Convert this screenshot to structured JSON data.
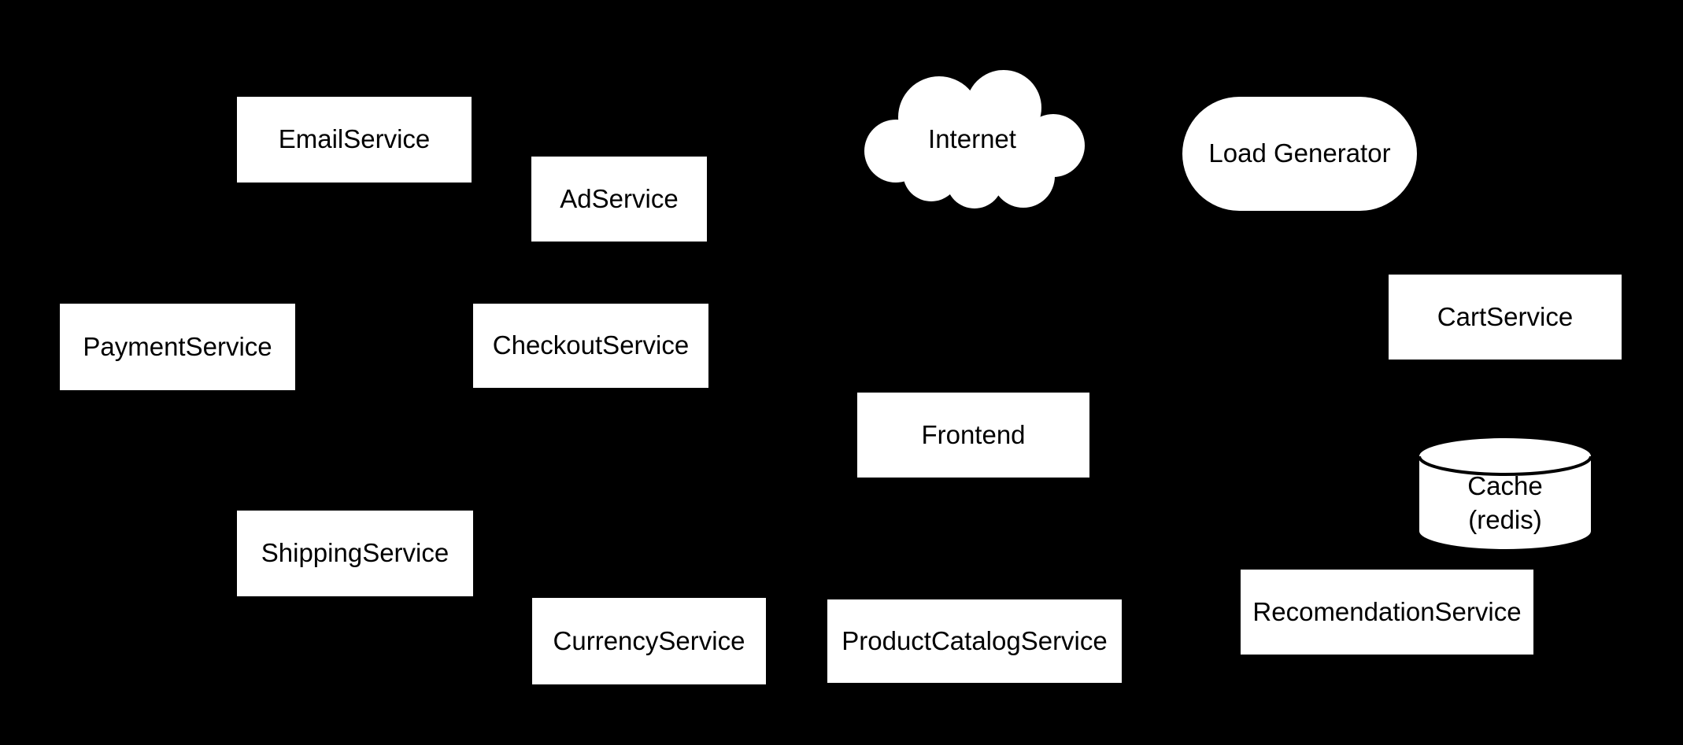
{
  "diagram": {
    "background_color": "#000000",
    "node_fill_color": "#ffffff",
    "node_text_color": "#000000",
    "cylinder_stroke_color": "#000000"
  },
  "nodes": [
    {
      "id": "email",
      "shape": "rect",
      "label": "EmailService"
    },
    {
      "id": "ad",
      "shape": "rect",
      "label": "AdService"
    },
    {
      "id": "internet",
      "shape": "cloud",
      "label": "Internet"
    },
    {
      "id": "loadgen",
      "shape": "stadium",
      "label": "Load Generator"
    },
    {
      "id": "payment",
      "shape": "rect",
      "label": "PaymentService"
    },
    {
      "id": "checkout",
      "shape": "rect",
      "label": "CheckoutService"
    },
    {
      "id": "cart",
      "shape": "rect",
      "label": "CartService"
    },
    {
      "id": "frontend",
      "shape": "rect",
      "label": "Frontend"
    },
    {
      "id": "cache",
      "shape": "cylinder",
      "label": "Cache\n(redis)"
    },
    {
      "id": "shipping",
      "shape": "rect",
      "label": "ShippingService"
    },
    {
      "id": "currency",
      "shape": "rect",
      "label": "CurrencyService"
    },
    {
      "id": "productcatalog",
      "shape": "rect",
      "label": "ProductCatalogService"
    },
    {
      "id": "recommendation",
      "shape": "rect",
      "label": "RecomendationService"
    }
  ]
}
